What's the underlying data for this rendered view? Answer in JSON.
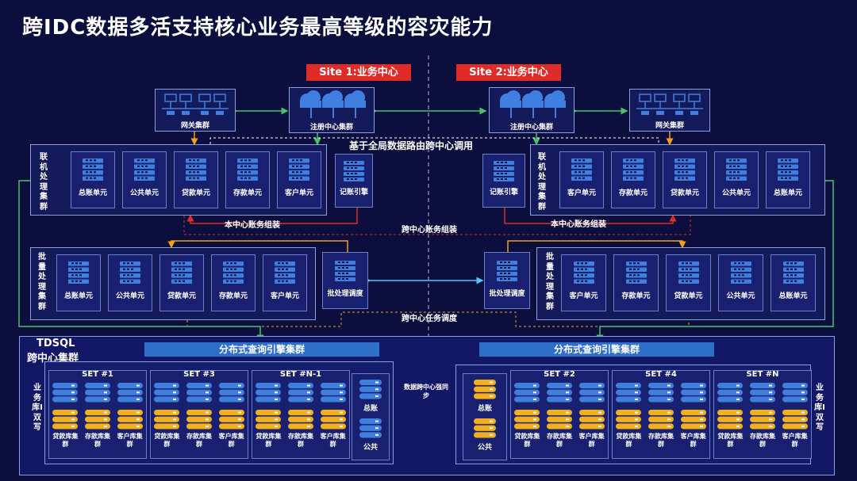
{
  "title": "跨IDC数据多活支持核心业务最高等级的容灾能力",
  "site1": {
    "label": "Site 1:业务中心",
    "gateway": "网关集群",
    "registry": "注册中心集群",
    "online_label": "联机处理集群",
    "online_units": [
      "总账单元",
      "公共单元",
      "贷款单元",
      "存款单元",
      "客户单元"
    ],
    "ledger_engine": "记账引擎",
    "batch_label": "批量处理集群",
    "batch_units": [
      "总账单元",
      "公共单元",
      "贷款单元",
      "存款单元",
      "客户单元"
    ],
    "batch_scheduler": "批处理调度"
  },
  "site2": {
    "label": "Site 2:业务中心",
    "gateway": "网关集群",
    "registry": "注册中心集群",
    "online_label": "联机处理集群",
    "online_units": [
      "客户单元",
      "存款单元",
      "贷款单元",
      "公共单元",
      "总账单元"
    ],
    "ledger_engine": "记账引擎",
    "batch_label": "批量处理集群",
    "batch_units": [
      "客户单元",
      "存款单元",
      "贷款单元",
      "公共单元",
      "总账单元"
    ],
    "batch_scheduler": "批处理调度"
  },
  "flows": {
    "global_route": "基于全局数据路由跨中心调用",
    "local_assemble_left": "本中心账务组装",
    "local_assemble_right": "本中心账务组装",
    "cross_assemble": "跨中心账务组装",
    "cross_task": "跨中心任务调度",
    "data_sync": "数据跨中心强同步"
  },
  "tdsql": {
    "title": "TDSQL",
    "subtitle": "跨中心集群",
    "query_left": "分布式查询引擎集群",
    "query_right": "分布式查询引擎集群",
    "rw_label": "业务库I双写",
    "left_sets": [
      {
        "name": "SET #1",
        "dbs": [
          "贷款库集群",
          "存款库集群",
          "客户库集群"
        ]
      },
      {
        "name": "SET #3",
        "dbs": [
          "贷款库集群",
          "存款库集群",
          "客户库集群"
        ]
      },
      {
        "name": "SET #N-1",
        "dbs": [
          "贷款库集群",
          "存款库集群",
          "客户库集群"
        ]
      }
    ],
    "right_sets": [
      {
        "name": "SET #2",
        "dbs": [
          "贷款库集群",
          "存款库集群",
          "客户库集群"
        ]
      },
      {
        "name": "SET #4",
        "dbs": [
          "贷款库集群",
          "存款库集群",
          "客户库集群"
        ]
      },
      {
        "name": "SET #N",
        "dbs": [
          "贷款库集群",
          "存款库集群",
          "客户库集群"
        ]
      }
    ],
    "ledger": "总账",
    "common": "公共"
  },
  "colors": {
    "background": "#0c0f3e",
    "red": "#e02b27",
    "blue_bar": "#2f6fc8",
    "server_blue": "#3f7fe0",
    "db_yellow": "#f2b01e",
    "green_line": "#46c46a",
    "orange_line": "#f0a020"
  }
}
